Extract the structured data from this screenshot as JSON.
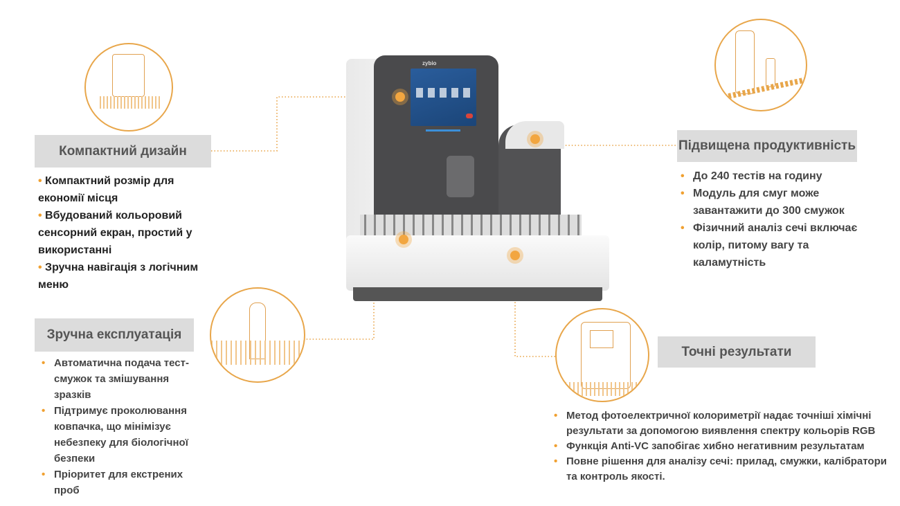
{
  "device": {
    "brand": "zybio"
  },
  "features": {
    "compact": {
      "title": "Компактний дизайн",
      "items": [
        "Компактний розмір для економії місця",
        "Вбудований кольоровий сенсорний екран, простий у використанні",
        "Зручна навігація з логічним меню"
      ]
    },
    "operation": {
      "title": "Зручна експлуатація",
      "items": [
        "Автоматична подача тест-смужок та змішування зразків",
        "Підтримує проколювання ковпачка, що мінімізує небезпеку для біологічної безпеки",
        "Пріоритет для екстрених проб"
      ]
    },
    "productivity": {
      "title": "Підвищена продуктивність",
      "items": [
        "До 240 тестів на годину",
        "Модуль для смуг може завантажити до 300 смужок",
        "Фізичний аналіз сечі включає колір, питому вагу та каламутність"
      ]
    },
    "accuracy": {
      "title": "Точні результати",
      "items": [
        "Метод фотоелектричної колориметрії надає точніші хімічні результати за допомогою виявлення спектру кольорів RGB",
        "Функція Anti-VC запобігає хибно негативним результатам",
        "Повне рішення для аналізу сечі: прилад, смужки, калібратори та контроль якості."
      ]
    }
  },
  "colors": {
    "accent": "#f2a640",
    "box_bg": "#dcdcdc",
    "device_dark": "#4a4a4c"
  }
}
